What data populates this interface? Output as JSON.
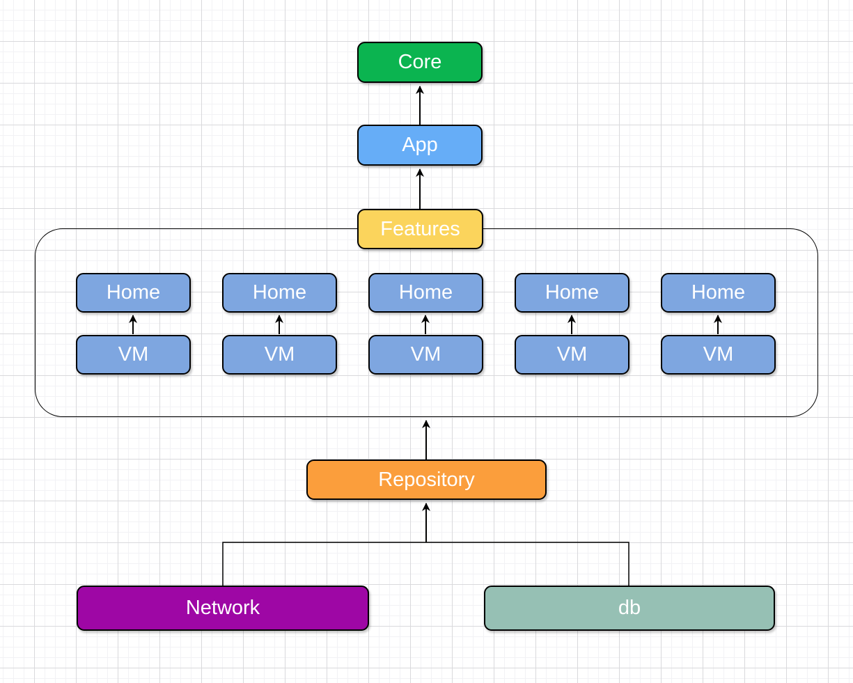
{
  "nodes": {
    "core": "Core",
    "app": "App",
    "features": "Features",
    "repository": "Repository",
    "network": "Network",
    "db": "db"
  },
  "feature_grid": {
    "columns": [
      {
        "home": "Home",
        "vm": "VM"
      },
      {
        "home": "Home",
        "vm": "VM"
      },
      {
        "home": "Home",
        "vm": "VM"
      },
      {
        "home": "Home",
        "vm": "VM"
      },
      {
        "home": "Home",
        "vm": "VM"
      }
    ]
  },
  "colors": {
    "core": "#0bb450",
    "app": "#66adf7",
    "features": "#fbd45c",
    "home_vm": "#7ea6e0",
    "repository": "#fb9e3c",
    "network": "#9e07a5",
    "db": "#96c0b4",
    "edge": "#000000",
    "node_text": "#ffffff"
  }
}
